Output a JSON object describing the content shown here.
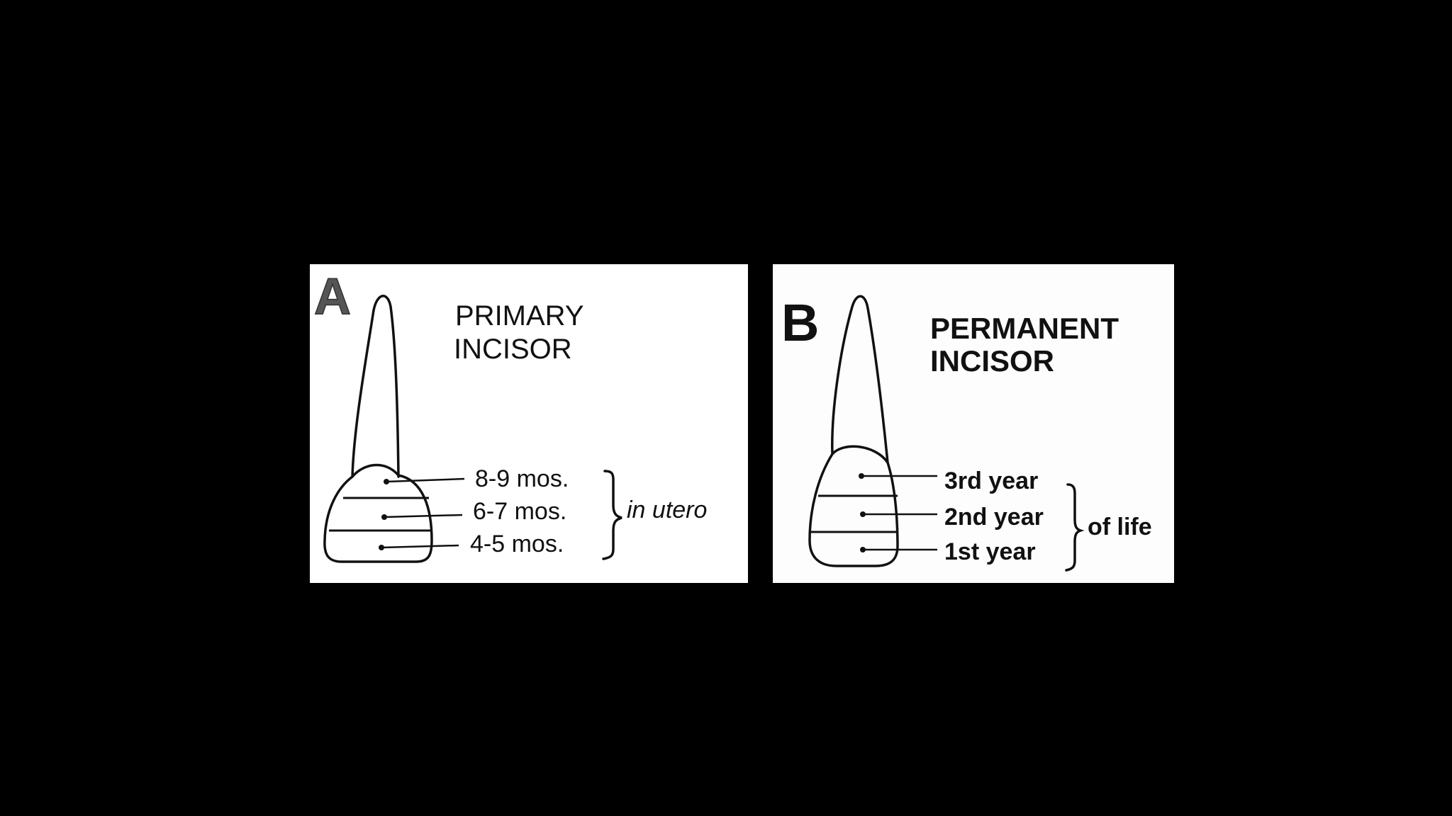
{
  "panel_a": {
    "letter": "A",
    "title_line1": "PRIMARY",
    "title_line2": "INCISOR",
    "labels": [
      "8-9 mos.",
      "6-7 mos.",
      "4-5 mos."
    ],
    "group_label": "in utero"
  },
  "panel_b": {
    "letter": "B",
    "title_line1": "PERMANENT",
    "title_line2": "INCISOR",
    "labels": [
      "3rd year",
      "2nd year",
      "1st year"
    ],
    "group_label": "of life"
  }
}
